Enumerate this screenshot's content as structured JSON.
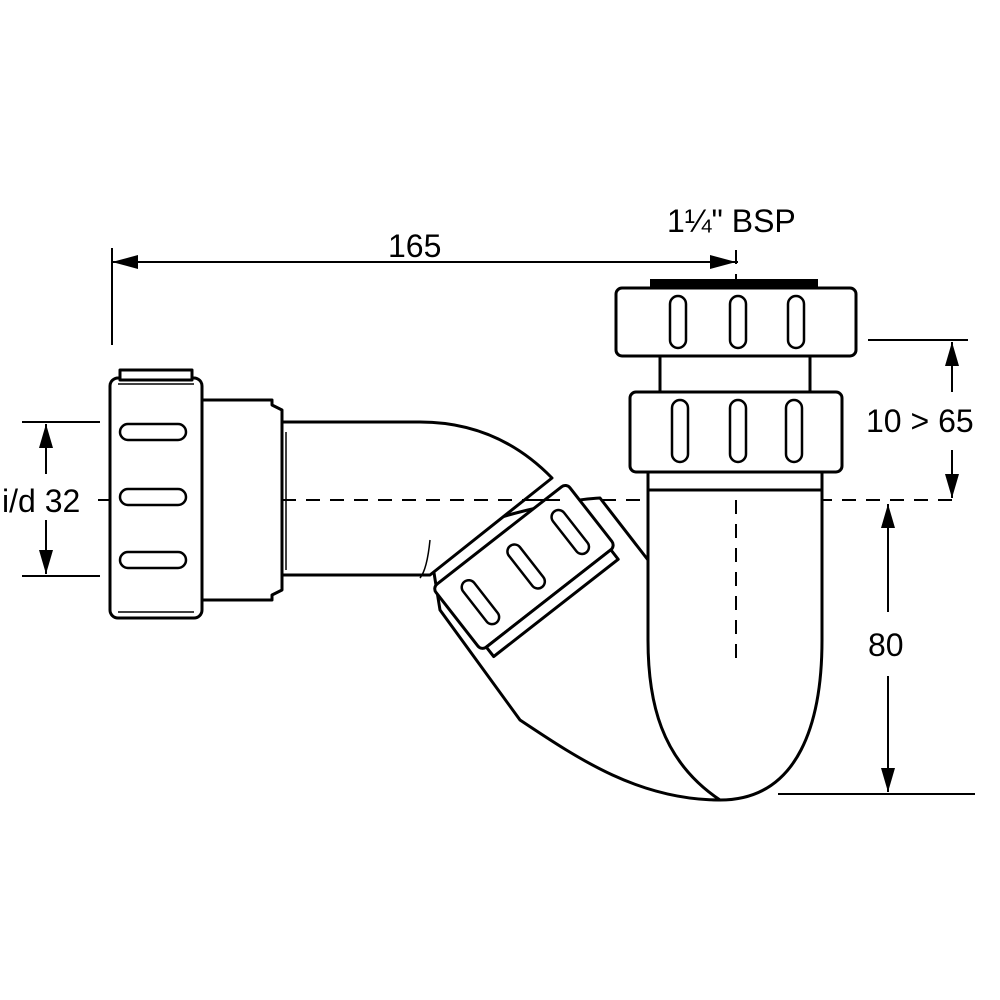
{
  "dimensions": {
    "length": "165",
    "thread": "1¼\" BSP",
    "inner_diameter": "i/d 32",
    "adjust_range": "10 > 65",
    "seal_depth": "80"
  }
}
